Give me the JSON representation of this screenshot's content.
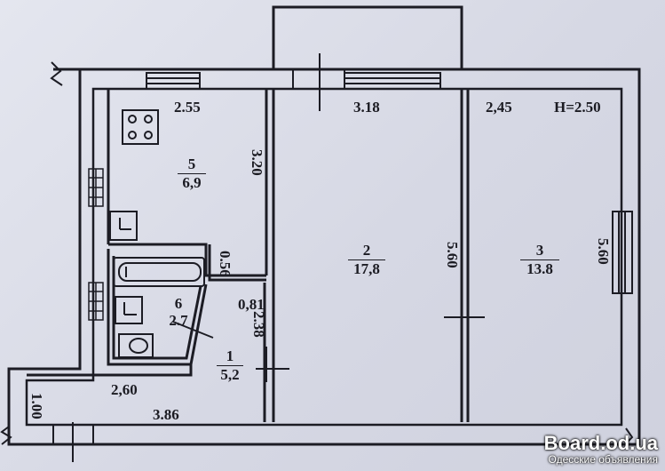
{
  "plan": {
    "ceiling_height": "H=2.50",
    "rooms": [
      {
        "id": "kitchen",
        "number": "5",
        "area": "6,9"
      },
      {
        "id": "room2",
        "number": "2",
        "area": "17,8"
      },
      {
        "id": "room3",
        "number": "3",
        "area": "13.8"
      },
      {
        "id": "bathroom",
        "number": "6",
        "area": "2.7"
      },
      {
        "id": "hall",
        "number": "1",
        "area": "5,2"
      }
    ],
    "dimensions": {
      "kitchen_width": "2.55",
      "room2_width": "3.18",
      "room3_width": "2,45",
      "kitchen_depth": "3.20",
      "room2_depth": "5.60",
      "room3_depth": "5.60",
      "bath_gap": "0.56",
      "hall_jog": "0,81",
      "hall_depth": "2.38",
      "corridor_width": "2,60",
      "corridor_length": "3.86",
      "corridor_depth": "1.00"
    }
  },
  "watermark": {
    "site": "Board.od.ua",
    "subtitle": "Одесские объявления"
  }
}
